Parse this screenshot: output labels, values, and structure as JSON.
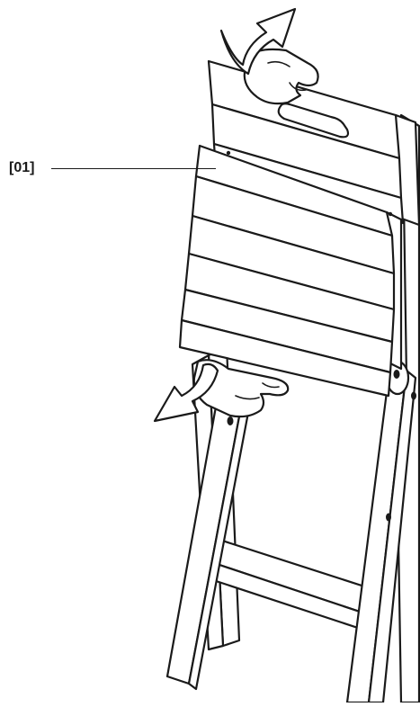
{
  "diagram": {
    "callouts": [
      {
        "label": "[01]"
      }
    ],
    "icons": {
      "rotate_top": "curved-arrow-up-right",
      "rotate_bottom": "curved-arrow-down-left",
      "hand_top": "hand",
      "hand_bottom": "hand"
    },
    "colors": {
      "ink": "#1a1a1a",
      "background": "#ffffff"
    }
  }
}
